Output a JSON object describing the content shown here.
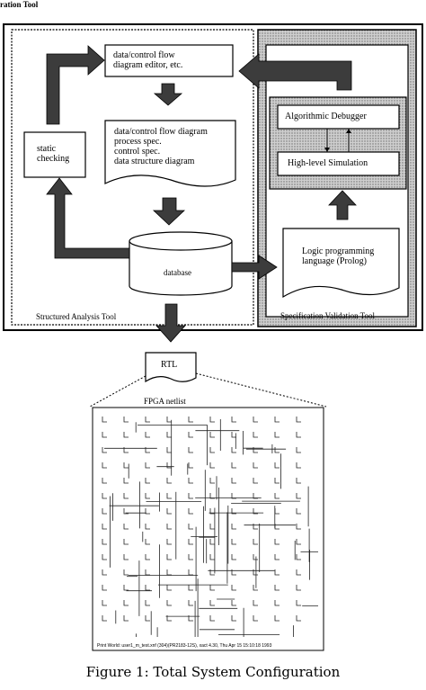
{
  "header_text": "ration Tool",
  "structured_tool": {
    "label": "Structured Analysis Tool",
    "editor": "data/control flow\ndiagram editor, etc.",
    "diagram_doc": "data/control flow diagram\nprocess spec.\ncontrol spec.\ndata structure diagram",
    "static_checking": "static\nchecking",
    "database": "database"
  },
  "spec_tool": {
    "label": "Specification Validation Tool",
    "debugger": "Algorithmic Debugger",
    "simulation": "High-level Simulation",
    "logic": "Logic programming\nlanguage (Prolog)"
  },
  "rtl": "RTL",
  "netlist": {
    "title": "FPGA netlist",
    "footer": "Print World: user1_m_test.xnf (304)(PR2183-12S), xact 4.30, Thu Apr 15 15:10:18 1993"
  },
  "caption": "Figure 1: Total System Configuration"
}
